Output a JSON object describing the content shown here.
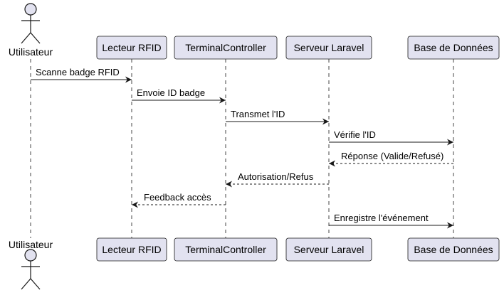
{
  "colors": {
    "participant_fill": "#e2e2f0",
    "participant_stroke": "#181818",
    "lifeline": "#181818",
    "text": "#000000",
    "background": "#ffffff"
  },
  "participants": [
    {
      "id": "utilisateur",
      "label": "Utilisateur",
      "kind": "actor",
      "icon": "stick-figure-icon"
    },
    {
      "id": "lecteur",
      "label": "Lecteur RFID",
      "kind": "box"
    },
    {
      "id": "terminal",
      "label": "TerminalController",
      "kind": "box"
    },
    {
      "id": "serveur",
      "label": "Serveur Laravel",
      "kind": "box"
    },
    {
      "id": "bdd",
      "label": "Base de Données",
      "kind": "box"
    }
  ],
  "messages": [
    {
      "from": "utilisateur",
      "to": "lecteur",
      "label": "Scanne badge RFID",
      "style": "solid"
    },
    {
      "from": "lecteur",
      "to": "terminal",
      "label": "Envoie ID badge",
      "style": "solid"
    },
    {
      "from": "terminal",
      "to": "serveur",
      "label": "Transmet l'ID",
      "style": "solid"
    },
    {
      "from": "serveur",
      "to": "bdd",
      "label": "Vérifie l'ID",
      "style": "solid"
    },
    {
      "from": "bdd",
      "to": "serveur",
      "label": "Réponse (Valide/Refusé)",
      "style": "dashed"
    },
    {
      "from": "serveur",
      "to": "terminal",
      "label": "Autorisation/Refus",
      "style": "dashed"
    },
    {
      "from": "terminal",
      "to": "lecteur",
      "label": "Feedback accès",
      "style": "dashed"
    },
    {
      "from": "serveur",
      "to": "bdd",
      "label": "Enregistre l'événement",
      "style": "solid"
    }
  ]
}
